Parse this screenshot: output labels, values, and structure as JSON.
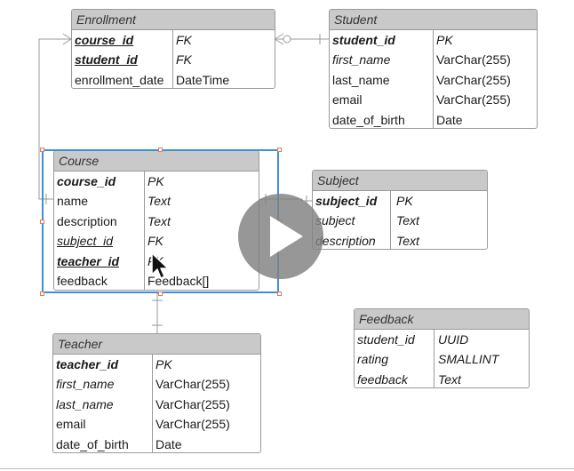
{
  "entities": {
    "enrollment": {
      "title": "Enrollment",
      "rows": [
        {
          "name": "course_id",
          "type": "FK"
        },
        {
          "name": "student_id",
          "type": "FK"
        },
        {
          "name": "enrollment_date",
          "type": "DateTime"
        }
      ]
    },
    "student": {
      "title": "Student",
      "rows": [
        {
          "name": "student_id",
          "type": "PK"
        },
        {
          "name": "first_name",
          "type": "VarChar(255)"
        },
        {
          "name": "last_name",
          "type": "VarChar(255)"
        },
        {
          "name": "email",
          "type": "VarChar(255)"
        },
        {
          "name": "date_of_birth",
          "type": "Date"
        }
      ]
    },
    "course": {
      "title": "Course",
      "rows": [
        {
          "name": "course_id",
          "type": "PK"
        },
        {
          "name": "name",
          "type": "Text"
        },
        {
          "name": "description",
          "type": "Text"
        },
        {
          "name": "subject_id",
          "type": "FK"
        },
        {
          "name": "teacher_id",
          "type": "FK"
        },
        {
          "name": "feedback",
          "type": "Feedback[]"
        }
      ]
    },
    "subject": {
      "title": "Subject",
      "rows": [
        {
          "name": "subject_id",
          "type": "PK"
        },
        {
          "name": "subject",
          "type": "Text"
        },
        {
          "name": "description",
          "type": "Text"
        }
      ]
    },
    "teacher": {
      "title": "Teacher",
      "rows": [
        {
          "name": "teacher_id",
          "type": "PK"
        },
        {
          "name": "first_name",
          "type": "VarChar(255)"
        },
        {
          "name": "last_name",
          "type": "VarChar(255)"
        },
        {
          "name": "email",
          "type": "VarChar(255)"
        },
        {
          "name": "date_of_birth",
          "type": "Date"
        }
      ]
    },
    "feedback": {
      "title": "Feedback",
      "rows": [
        {
          "name": "student_id",
          "type": "UUID"
        },
        {
          "name": "rating",
          "type": "SMALLINT"
        },
        {
          "name": "feedback",
          "type": "Text"
        }
      ]
    }
  },
  "overlay": {
    "play_icon": "play-icon",
    "cursor_icon": "arrow-cursor-icon",
    "selection_color": "#3d8fdc"
  },
  "colors": {
    "header_bg": "#c9c9c9",
    "border": "#9a9a9a",
    "connector": "#9a9a9a"
  }
}
